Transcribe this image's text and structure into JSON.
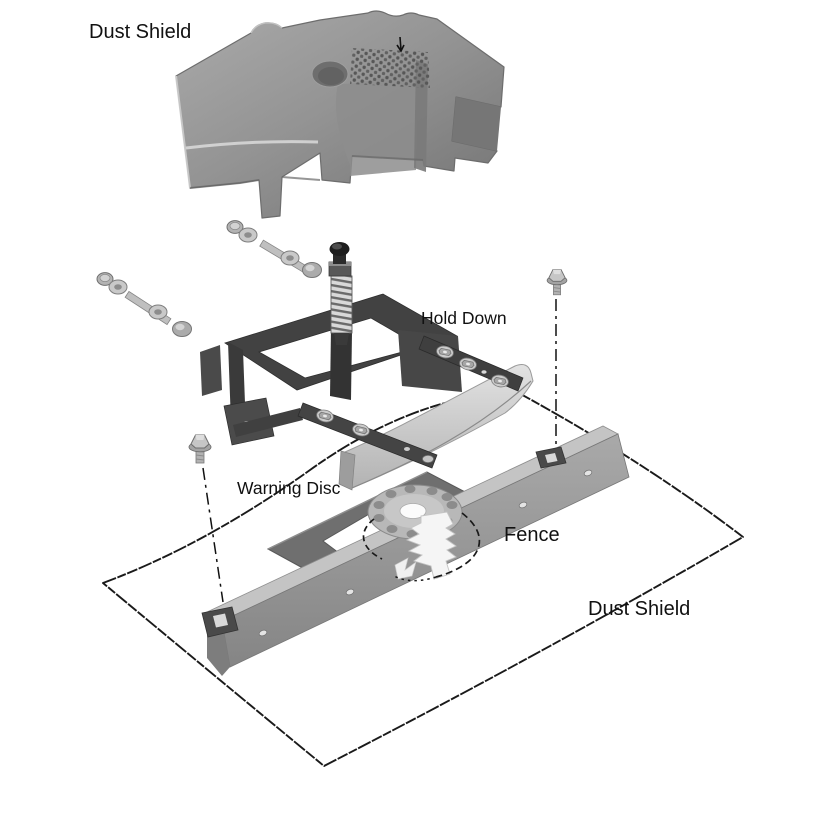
{
  "figure": {
    "type": "exploded-parts-diagram",
    "background": "#ffffff",
    "labels": {
      "dust_shield_top": "Dust Shield",
      "hold_down": "Hold Down",
      "warning_disc": "Warning Disc",
      "fence": "Fence",
      "dust_shield_bottom": "Dust Shield"
    },
    "colors": {
      "line": "#1a1a1a",
      "text": "#111111",
      "cover_gray": "#9c9c9c",
      "frame_dark": "#3f3f3f",
      "bar_gray": "#949494",
      "plate_gray": "#6f6f6f",
      "disc_gray": "#b8b8b8"
    }
  }
}
